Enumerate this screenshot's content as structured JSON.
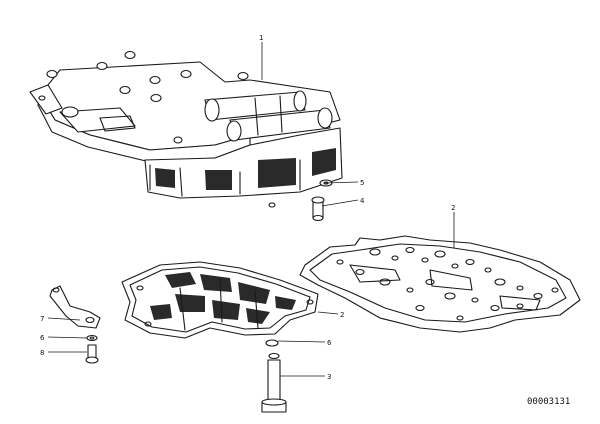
{
  "callouts": {
    "c1": "1",
    "c2a": "2",
    "c2b": "2",
    "c3": "3",
    "c4": "4",
    "c5": "5",
    "c6a": "6",
    "c6b": "6",
    "c7": "7",
    "c8": "8"
  },
  "document_number": "00003131"
}
